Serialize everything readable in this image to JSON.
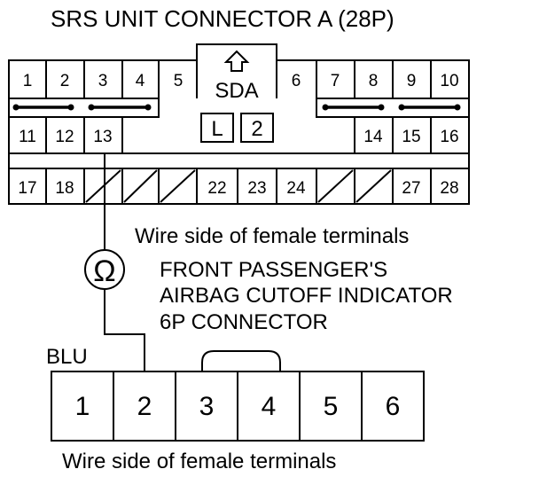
{
  "diagram": {
    "title": "SRS UNIT CONNECTOR A (28P)",
    "connector_a": {
      "label": "SDA",
      "box_left": "L",
      "box_right": "2",
      "row1": [
        "1",
        "2",
        "3",
        "4",
        "5",
        "6",
        "7",
        "8",
        "9",
        "10"
      ],
      "row2_left": [
        "11",
        "12",
        "13"
      ],
      "row2_right": [
        "14",
        "15",
        "16"
      ],
      "row3_left": [
        "17",
        "18"
      ],
      "row3_mid": [
        "22",
        "23",
        "24"
      ],
      "row3_right": [
        "27",
        "28"
      ],
      "wire_side_label": "Wire side of female terminals"
    },
    "meter_symbol": "Ω",
    "indicator_connector": {
      "title_line1": "FRONT PASSENGER'S",
      "title_line2": "AIRBAG CUTOFF INDICATOR",
      "title_line3": "6P CONNECTOR",
      "wire_color": "BLU",
      "pins": [
        "1",
        "2",
        "3",
        "4",
        "5",
        "6"
      ],
      "wire_side_label": "Wire side of female terminals"
    }
  }
}
